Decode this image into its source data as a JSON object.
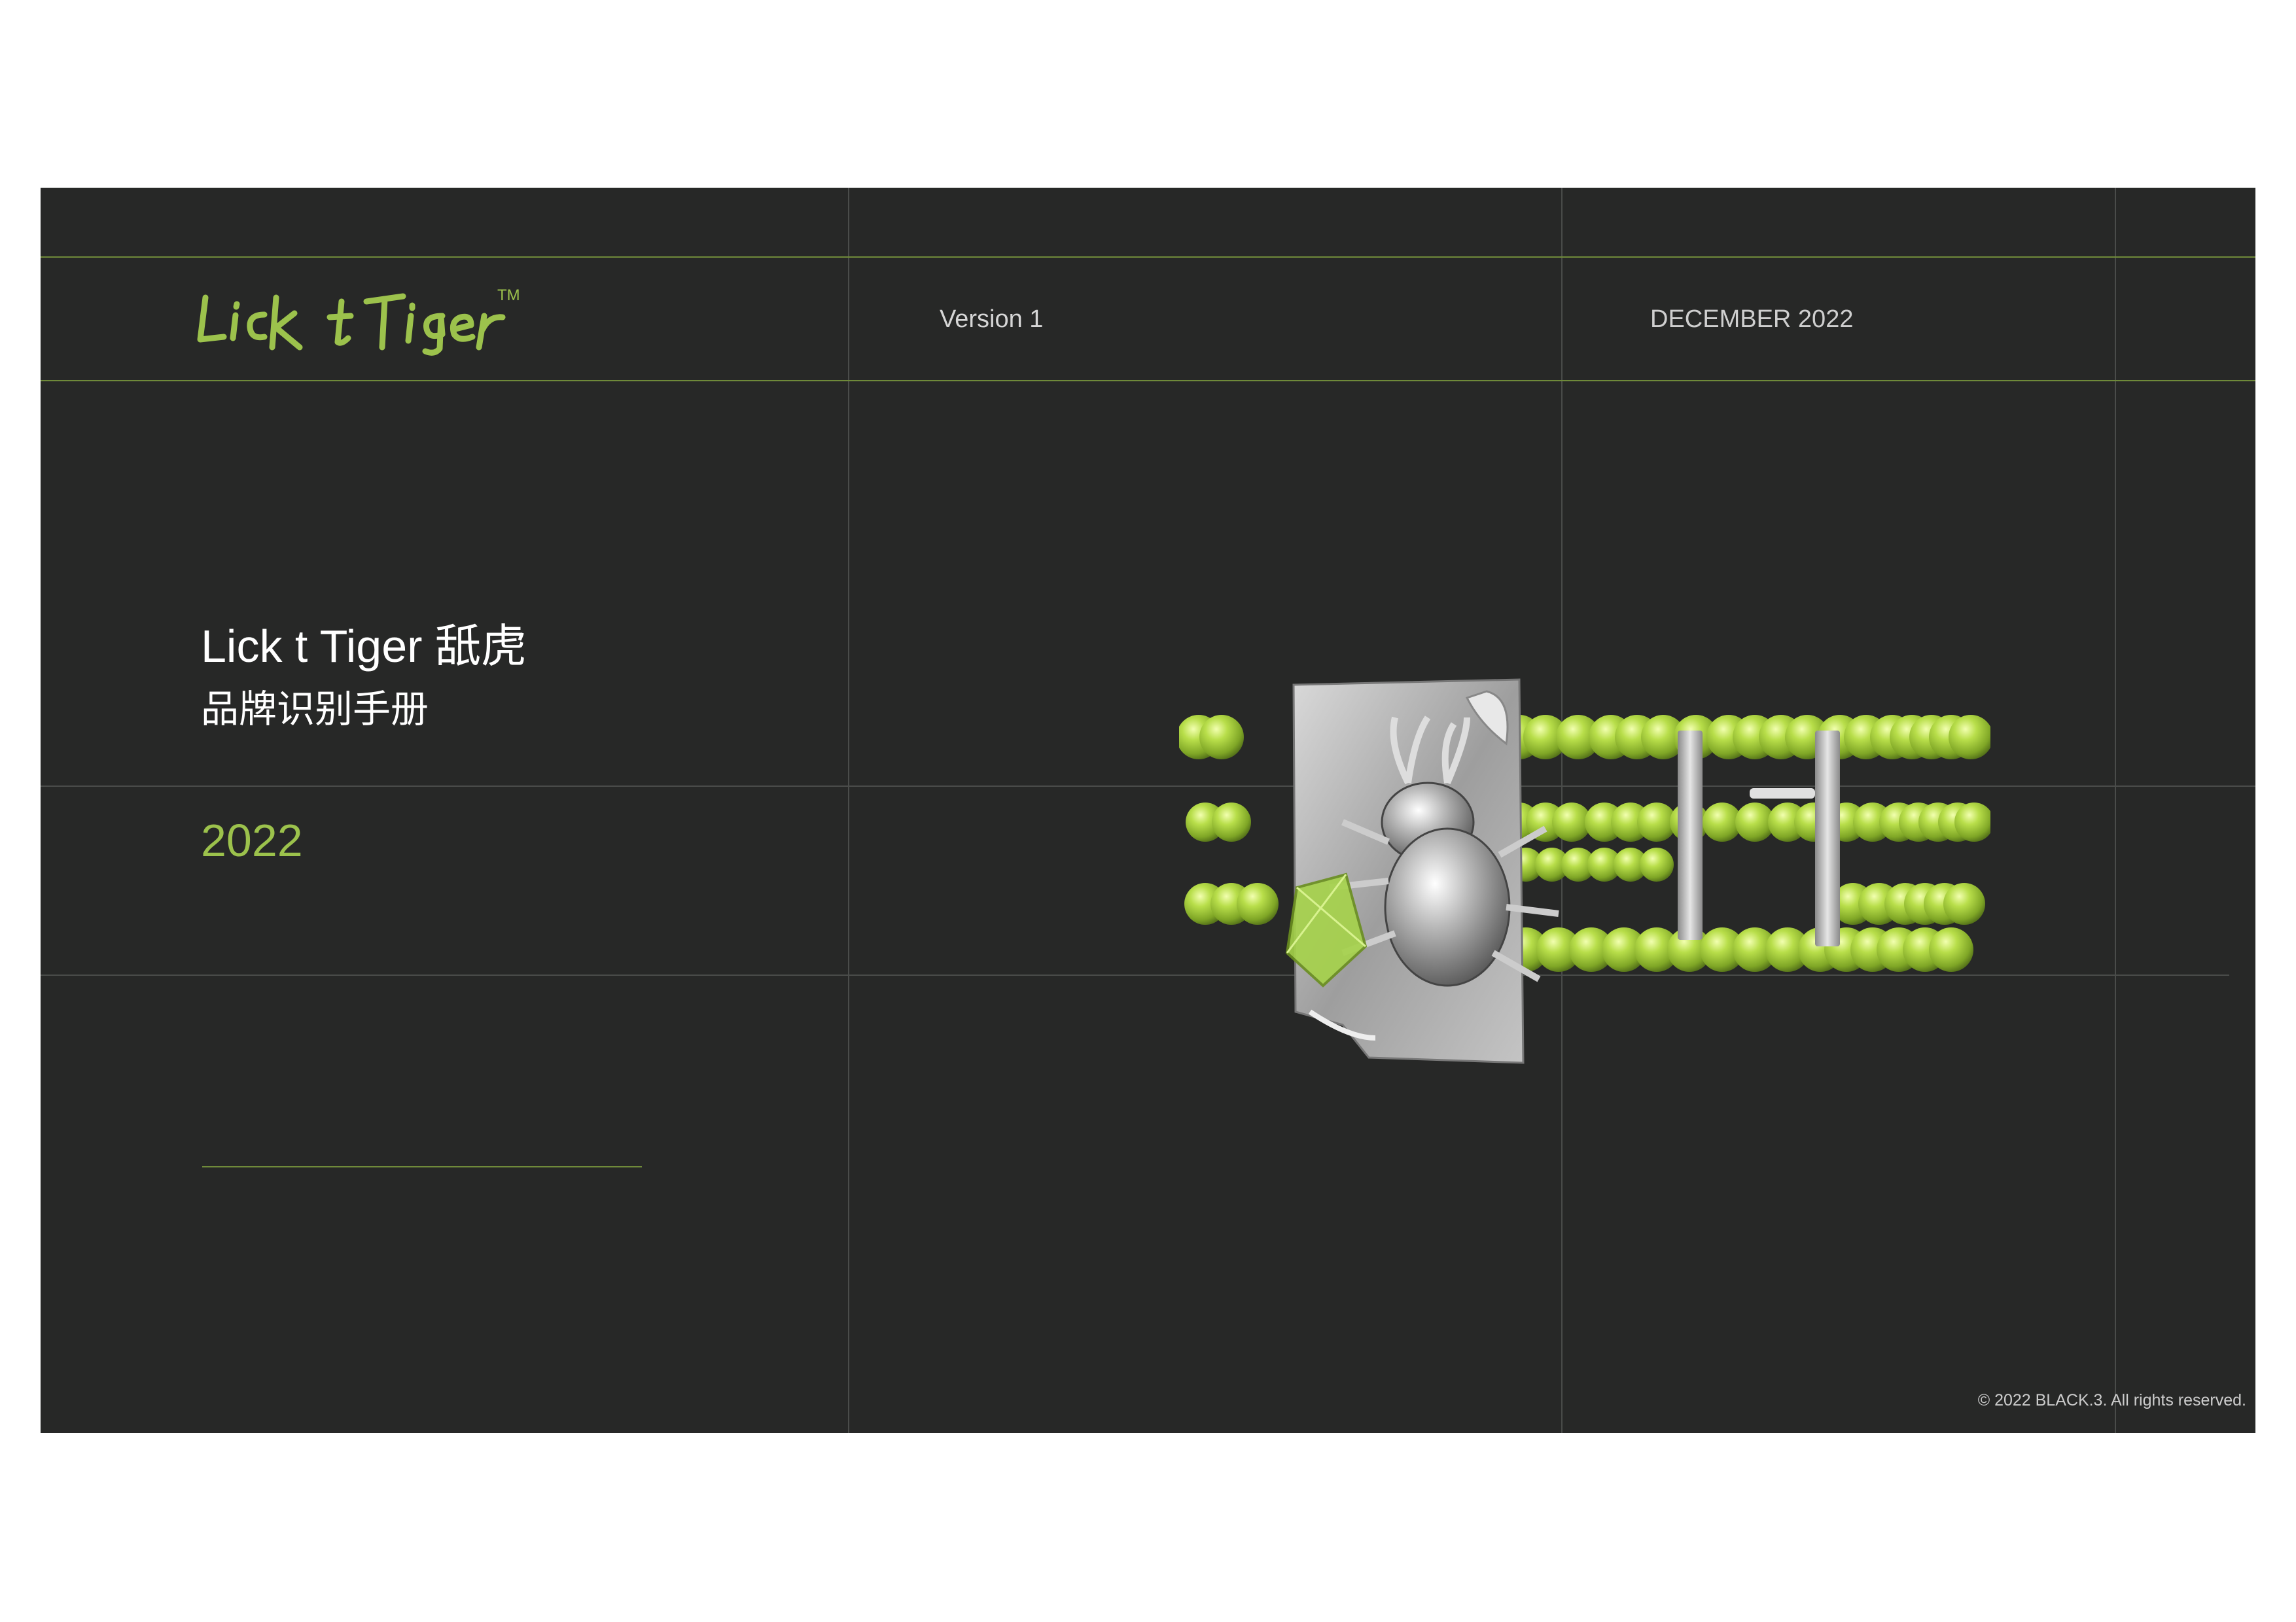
{
  "header": {
    "logo_text": "Lick t Tiger",
    "trademark": "TM",
    "version": "Version 1",
    "date": "DECEMBER 2022"
  },
  "cover": {
    "title": "Lick t Tiger 舐虎",
    "subtitle": "品牌识别手册",
    "year": "2022"
  },
  "footer": {
    "copyright": "© 2022 BLACK.3.  All rights reserved."
  },
  "colors": {
    "background": "#272827",
    "accent_green": "#9cc24c",
    "grid_line": "#4a4c4a",
    "rule_green": "#6f8a3a"
  },
  "image": {
    "description_icon": "beetle-bracelet-image"
  }
}
